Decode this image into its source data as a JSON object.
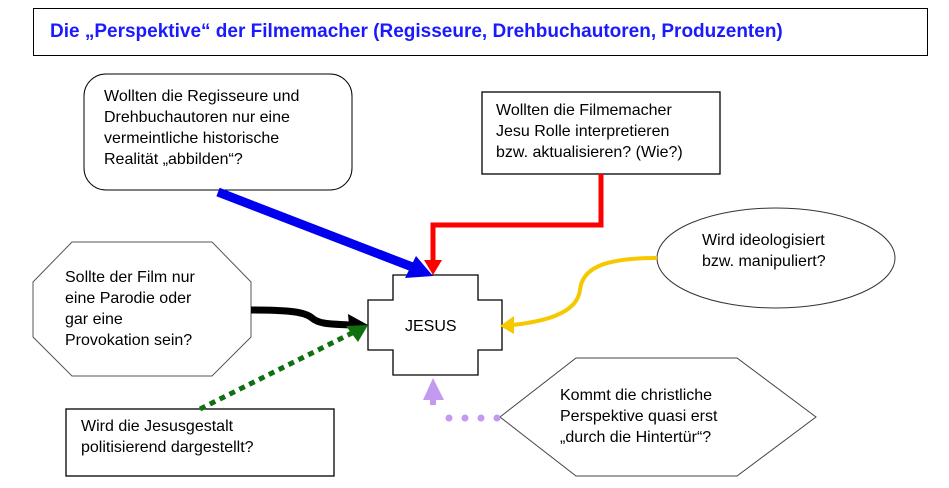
{
  "title": "Die „Perspektive“  der Filmemacher (Regisseure, Drehbuchautoren, Produzenten)",
  "center": "JESUS",
  "questions": {
    "abbilden": [
      "Wollten die Regisseure und",
      "Drehbuchautoren nur eine",
      "vermeintliche historische",
      "Realität „abbilden“?"
    ],
    "interpretieren": [
      "Wollten die Filmemacher",
      "Jesu Rolle interpretieren",
      "bzw. aktualisieren? (Wie?)"
    ],
    "ideologisiert": [
      "Wird ideologisiert",
      "bzw. manipuliert?"
    ],
    "parodie": [
      "Sollte der Film nur",
      "eine Parodie oder",
      "gar eine",
      "Provokation sein?"
    ],
    "politisierend": [
      "Wird die Jesusgestalt",
      "politisierend dargestellt?"
    ],
    "hintertuer": [
      "Kommt die christliche",
      "Perspektive quasi erst",
      "„durch die Hintertür“?"
    ]
  },
  "colors": {
    "title": "#1a1aff",
    "blue": "#0000ee",
    "red": "#ff0000",
    "yellow": "#f5c800",
    "black": "#000000",
    "green": "#107010",
    "purple": "#c49af0"
  }
}
